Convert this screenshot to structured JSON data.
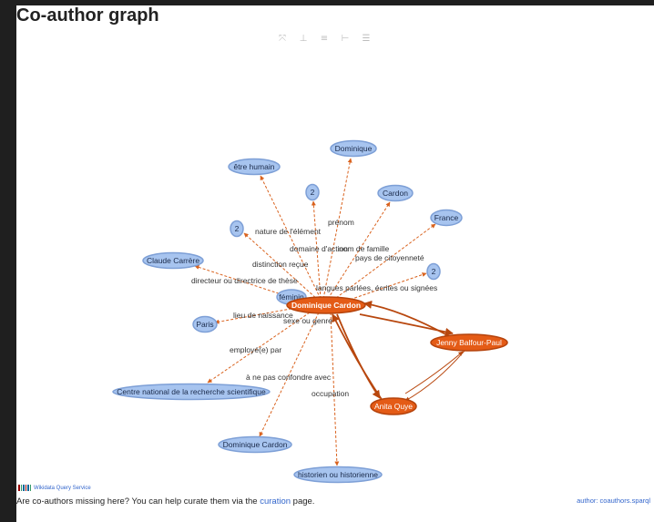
{
  "page": {
    "title": "Co-author graph"
  },
  "toolbar": {
    "items": [
      {
        "icon": "fit-icon",
        "glyph": "⤧"
      },
      {
        "icon": "layout-left-icon",
        "glyph": "⊥"
      },
      {
        "icon": "layout-center-icon",
        "glyph": "≡"
      },
      {
        "icon": "layout-right-icon",
        "glyph": "⊢"
      },
      {
        "icon": "layout-justify-icon",
        "glyph": "☰"
      }
    ]
  },
  "graph": {
    "colors": {
      "blue_fill": "#a7c4ef",
      "blue_stroke": "#7d9fd6",
      "orange_fill": "#e45b16",
      "orange_stroke": "#b5430c",
      "edge_orange": "#d9621e",
      "edge_dark": "#b8470e"
    },
    "nodes": {
      "dominique_cardon": {
        "label": "Dominique Cardon",
        "kind": "main"
      },
      "jenny": {
        "label": "Jenny Balfour-Paul",
        "kind": "coauthor"
      },
      "anita": {
        "label": "Anita Quye",
        "kind": "coauthor"
      },
      "dominique": {
        "label": "Dominique",
        "kind": "value"
      },
      "etre_humain": {
        "label": "être humain",
        "kind": "value"
      },
      "cardon": {
        "label": "Cardon",
        "kind": "value"
      },
      "n2_top": {
        "label": "2",
        "kind": "value"
      },
      "france": {
        "label": "France",
        "kind": "value"
      },
      "n2_left": {
        "label": "2",
        "kind": "value"
      },
      "n2_right": {
        "label": "2",
        "kind": "value"
      },
      "claude": {
        "label": "Claude Carrère",
        "kind": "value"
      },
      "feminin": {
        "label": "féminin",
        "kind": "value"
      },
      "paris": {
        "label": "Paris",
        "kind": "value"
      },
      "cnrs": {
        "label": "Centre national de la recherche scientifique",
        "kind": "value"
      },
      "dc2": {
        "label": "Dominique Cardon",
        "kind": "value"
      },
      "historien": {
        "label": "historien ou historienne",
        "kind": "value"
      }
    },
    "edge_labels": [
      "prénom",
      "nature de l'élément",
      "domaine d'action",
      "nom de famille",
      "pays de citoyenneté",
      "distinction reçue",
      "directeur ou directrice de thèse",
      "langues parlées, écrites ou signées",
      "lieu de naissance",
      "sexe ou genre",
      "employé(e) par",
      "à ne pas confondre avec",
      "occupation"
    ]
  },
  "footer": {
    "logo_text": "Wikidata Query Service",
    "message_before": "Are co-authors missing here? You can help curate them via the",
    "link_text": "curation",
    "message_after": "page.",
    "author_link": "author: coauthors.sparql"
  }
}
